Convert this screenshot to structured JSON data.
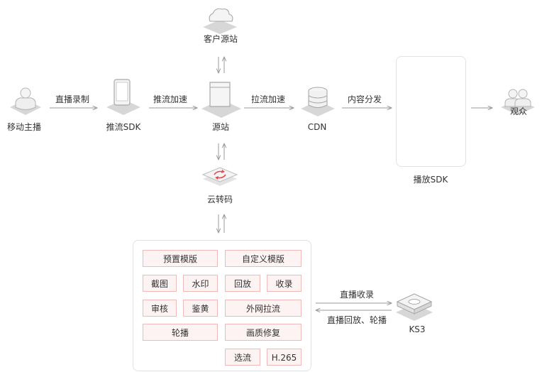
{
  "nodes": {
    "anchor": "移动主播",
    "push_sdk": "推流SDK",
    "origin": "源站",
    "customer_origin": "客户源站",
    "cdn": "CDN",
    "player_sdk": "播放SDK",
    "audience": "观众",
    "cloud_transcode": "云转码",
    "ks3": "KS3"
  },
  "edges": {
    "live_record": "直播录制",
    "push_accel": "推流加速",
    "pull_accel": "拉流加速",
    "content_dist": "内容分发",
    "live_archive": "直播收录",
    "live_playback": "直播回放、轮播"
  },
  "features": {
    "preset_template": "预置模版",
    "custom_template": "自定义模版",
    "screenshot": "截图",
    "watermark": "水印",
    "playback": "回放",
    "record": "收录",
    "review": "审核",
    "porn_detect": "鉴黄",
    "external_pull": "外网拉流",
    "carousel": "轮播",
    "quality_repair": "画质修复",
    "select_stream": "选流",
    "h265": "H.265"
  },
  "colors": {
    "feature_fill": "#fdf3f3",
    "feature_border": "#f2b9b9",
    "transcode_accent": "#e5484d",
    "icon_top": "#f2f2f2",
    "icon_side": "#cfcfcf",
    "arrow": "#9a9a9a"
  }
}
